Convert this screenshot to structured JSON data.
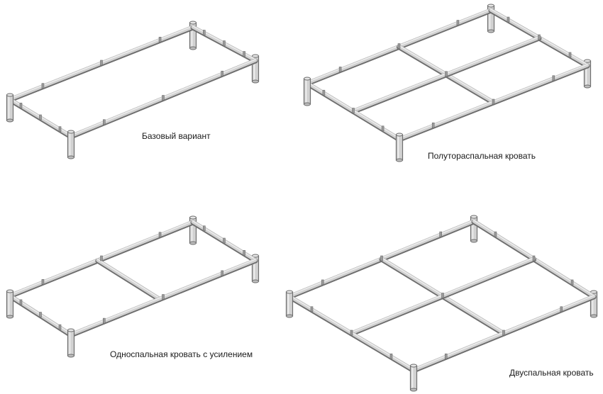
{
  "frames": [
    {
      "id": "basic",
      "caption": "Базовый вариант",
      "reinforcement": "none"
    },
    {
      "id": "one-and-half",
      "caption": "Полутораспальная кровать",
      "reinforcement": "cross"
    },
    {
      "id": "single-reinforced",
      "caption": "Односпальная кровать с усилением",
      "reinforcement": "single-cross"
    },
    {
      "id": "double",
      "caption": "Двуспальная кровать",
      "reinforcement": "cross"
    }
  ],
  "colors": {
    "metal": "#d2d2d2",
    "edge": "#6e6e6e",
    "highlight": "#f2f2f2",
    "text": "#1a1a1a"
  }
}
